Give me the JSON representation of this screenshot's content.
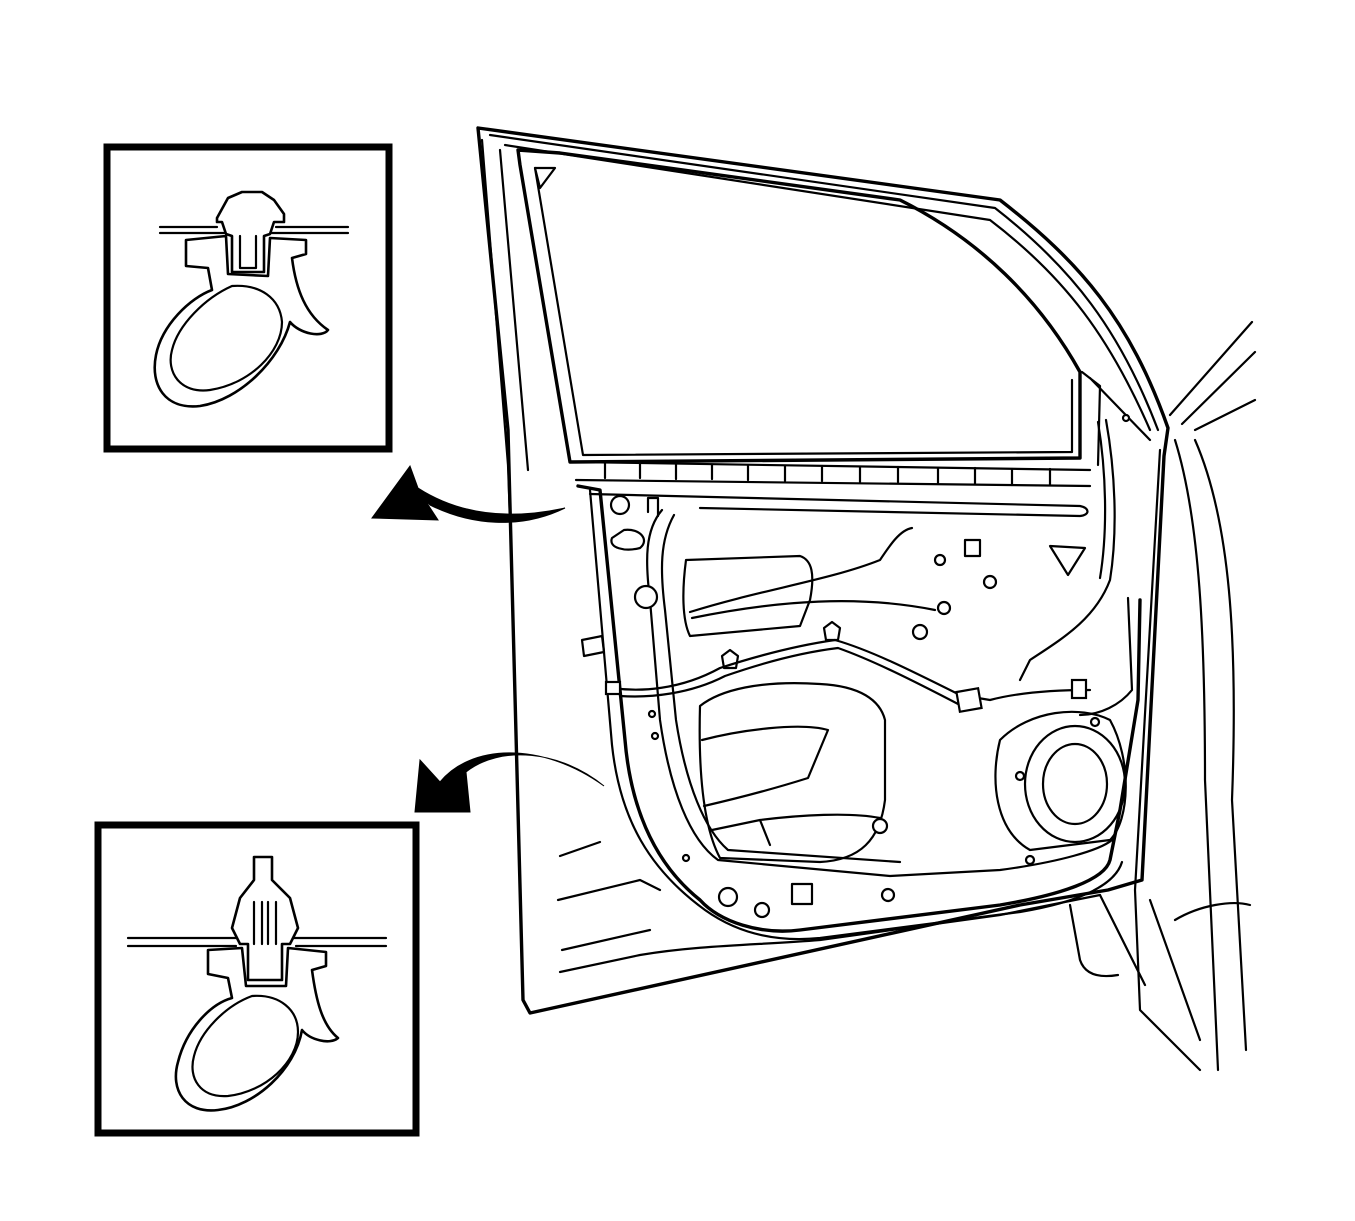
{
  "colors": {
    "line": "#000000",
    "background": "#ffffff"
  },
  "figure": {
    "subject": "front-door-with-weatherstrip-clips",
    "detail_views": [
      "upper-clip-detail",
      "lower-clip-detail"
    ]
  }
}
